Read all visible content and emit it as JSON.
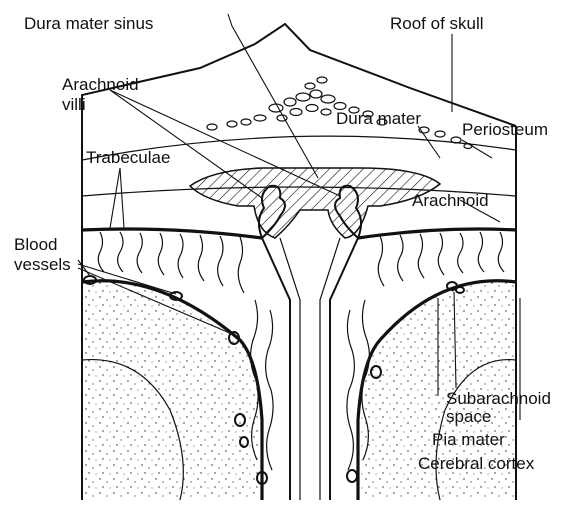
{
  "labels": {
    "dura_mater_sinus": "Dura mater sinus",
    "roof_of_skull": "Roof of skull",
    "arachnoid_villi_line1": "Arachnoid",
    "arachnoid_villi_line2": "villi",
    "periosteum": "Periosteum",
    "dura_mater": "Dura mater",
    "trabeculae": "Trabeculae",
    "arachnoid": "Arachnoid",
    "blood_vessels_line1": "Blood",
    "blood_vessels_line2": "vessels",
    "subarachnoid_line1": "Subarachnoid",
    "subarachnoid_line2": "space",
    "pia_mater": "Pia mater",
    "cerebral_cortex": "Cerebral cortex"
  }
}
